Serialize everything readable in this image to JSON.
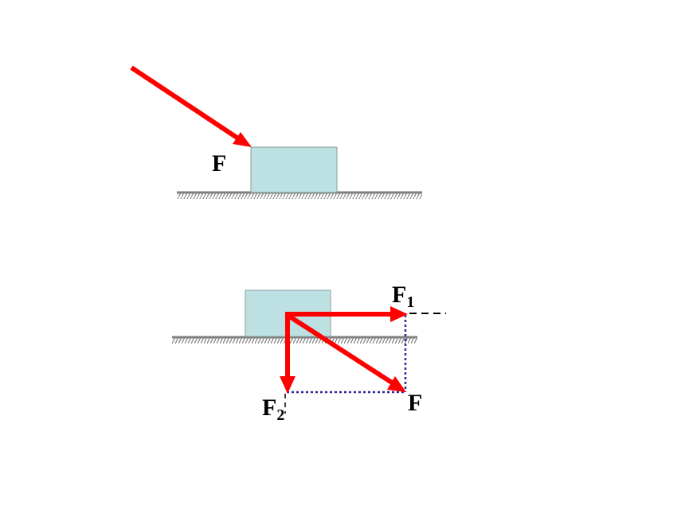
{
  "diagram_top": {
    "force_label": "F"
  },
  "diagram_bottom": {
    "force_label": "F",
    "component_horizontal": {
      "letter": "F",
      "subscript": "1"
    },
    "component_vertical": {
      "letter": "F",
      "subscript": "2"
    }
  },
  "colors": {
    "arrow": "#ff0000",
    "block_fill": "#bde1e3",
    "block_stroke": "#8a9a9b",
    "ground": "#808080",
    "projection_dotted": "#2a2a9a",
    "extension_dashed": "#000000"
  }
}
